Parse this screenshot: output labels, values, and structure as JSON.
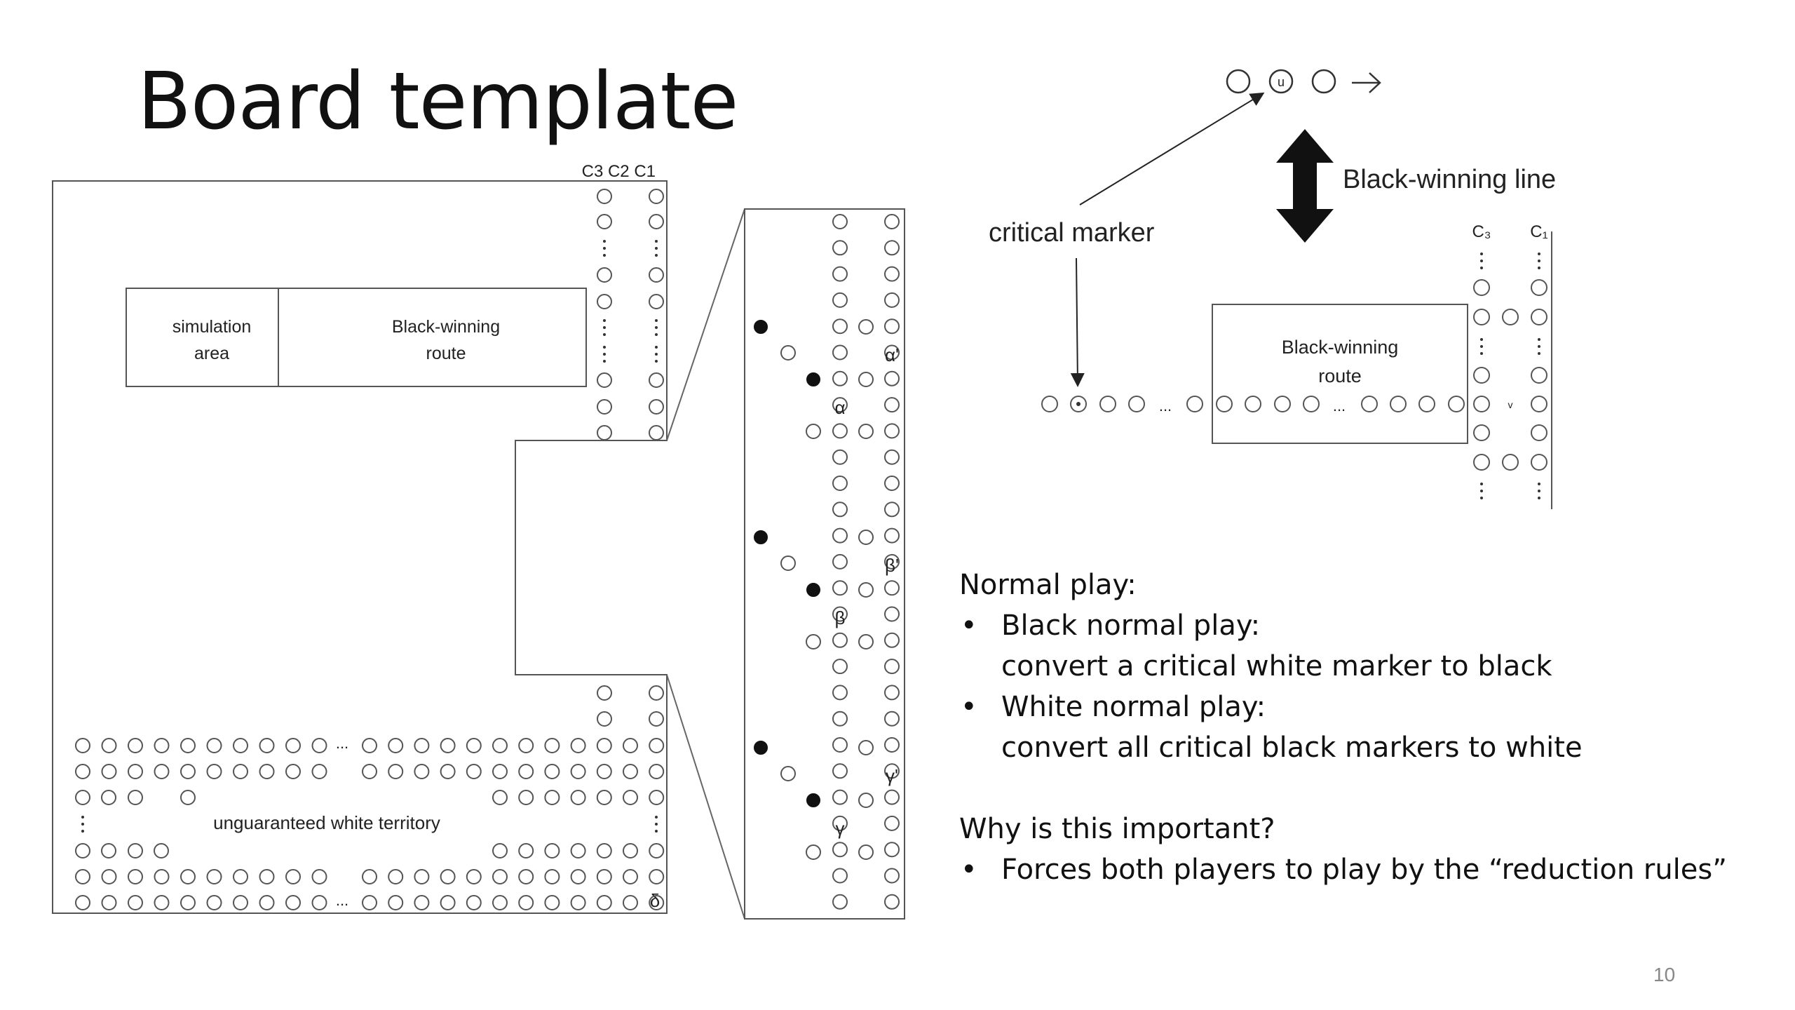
{
  "slide": {
    "title": "Board template",
    "page_number": "10"
  },
  "left_board": {
    "column_headers": "C3 C2 C1",
    "simulation_area": [
      "simulation",
      "area"
    ],
    "route": [
      "Black-winning",
      "route"
    ],
    "territory": "unguaranteed white territory",
    "ellipsis": "...",
    "vdots": "⋮",
    "corner": "δ"
  },
  "zoom": {
    "labels": [
      "α'",
      "α",
      "β'",
      "β",
      "γ'",
      "γ"
    ]
  },
  "line_diagram": {
    "black_line": "Black-winning line",
    "critical_marker": "critical marker",
    "marker_u": "u",
    "marker_v": "v",
    "c3": "C₃",
    "c1": "C₁",
    "route": [
      "Black-winning",
      "route"
    ],
    "ellipsis": "..."
  },
  "text": {
    "normal_play_heading": "Normal play:",
    "black_item": "Black normal play:",
    "black_detail": "convert a critical white marker to black",
    "white_item": "White normal play:",
    "white_detail": "convert all critical black markers to white",
    "why_heading": "Why is this important?",
    "why_item": "Forces both players to play by the “reduction rules”"
  }
}
